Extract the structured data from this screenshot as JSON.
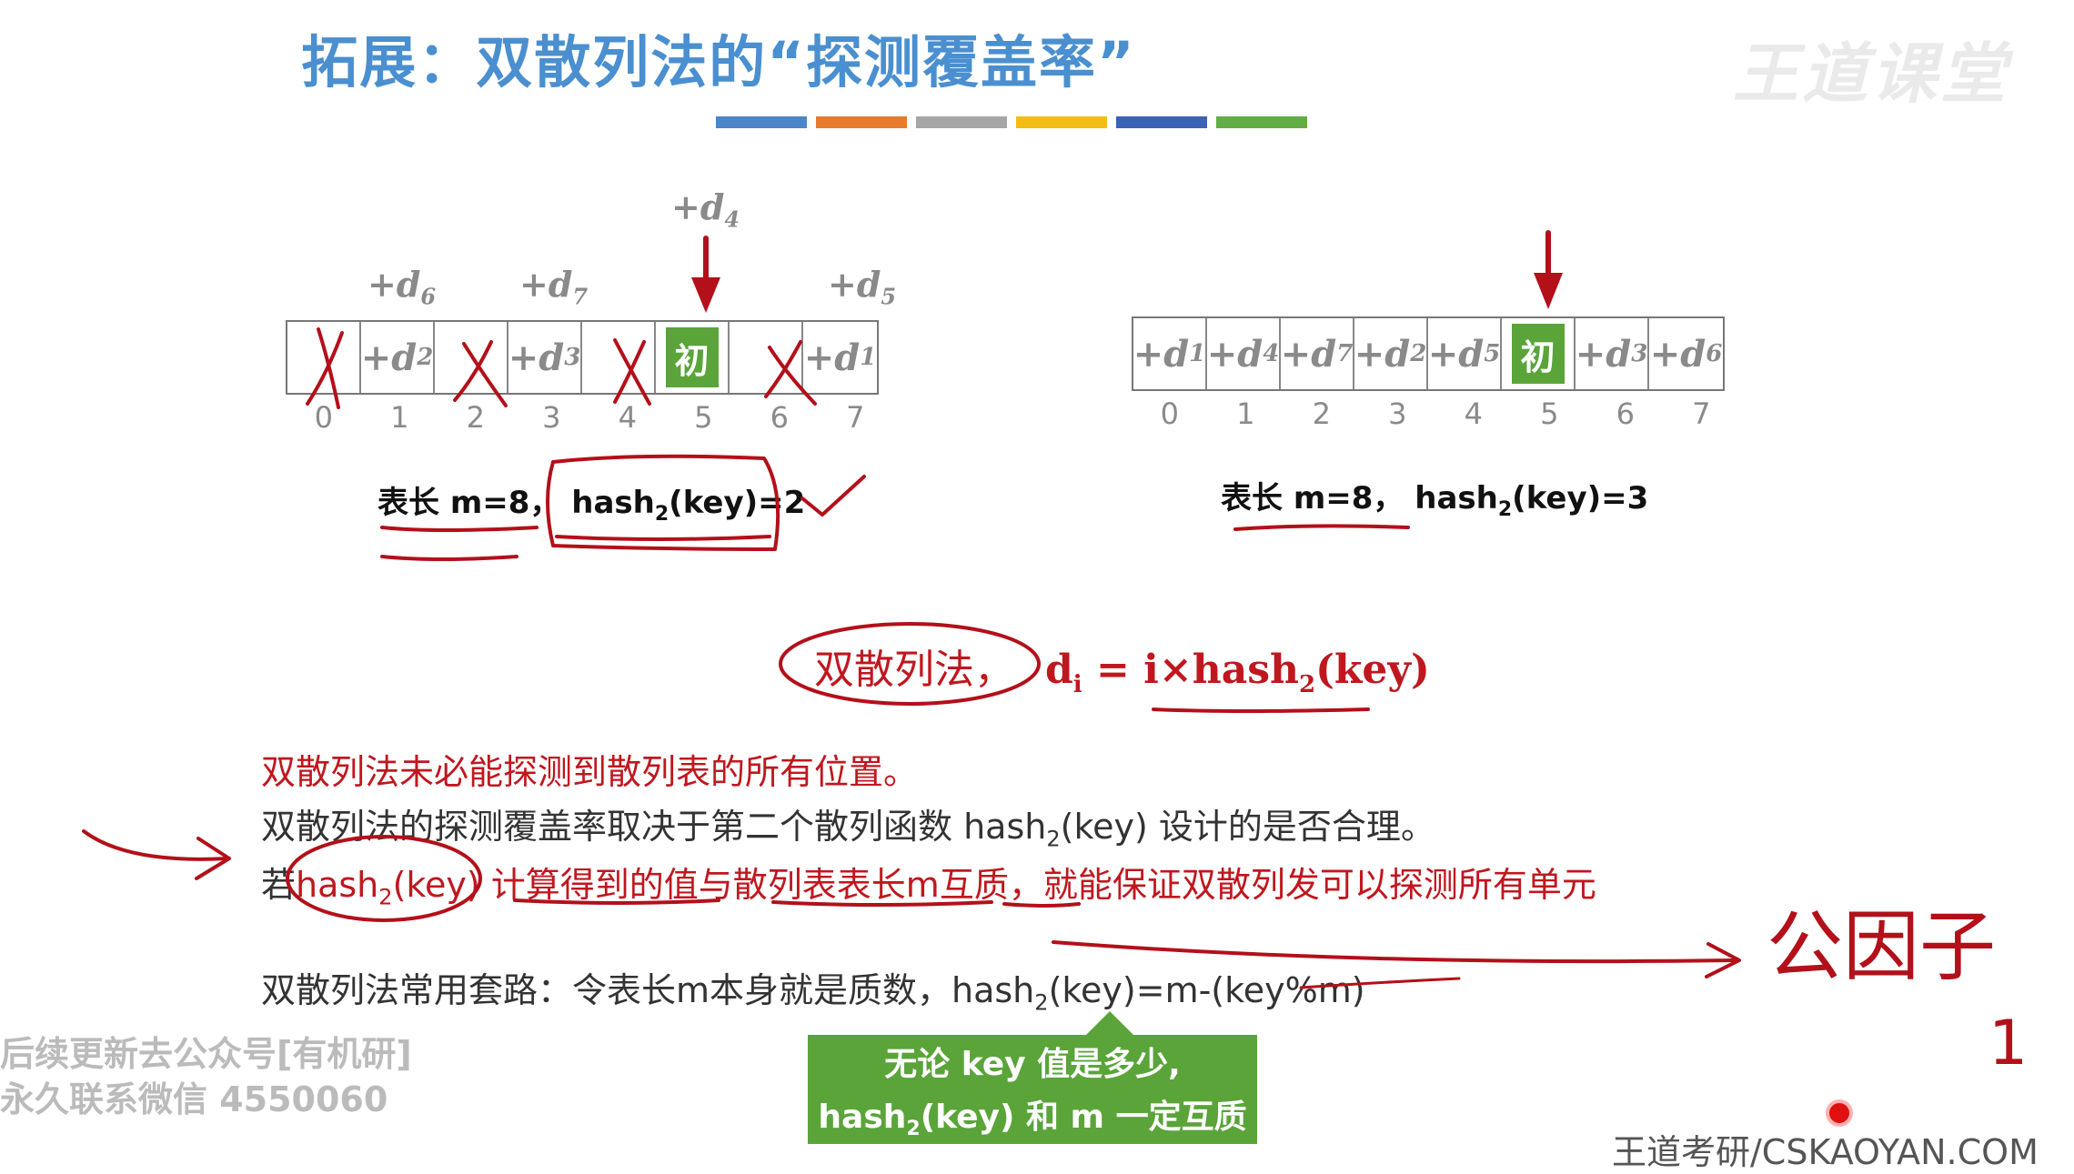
{
  "title": "拓展：双散列法的“探测覆盖率”",
  "watermark": "王道课堂",
  "colors": {
    "bar": [
      "#4a86c8",
      "#e87a2e",
      "#a6a6a6",
      "#f4bd12",
      "#3b63b5",
      "#62ad45"
    ],
    "accent": "#c0171f",
    "green": "#5aa43a"
  },
  "left_table": {
    "above_labels": [
      {
        "plus": "+d",
        "sub": "6"
      },
      {
        "plus": "+d",
        "sub": "7"
      },
      {
        "plus": "+d",
        "sub": "4"
      },
      {
        "plus": "+d",
        "sub": "5"
      }
    ],
    "cells": [
      {
        "plus": "",
        "sub": ""
      },
      {
        "plus": "+d",
        "sub": "2"
      },
      {
        "plus": "",
        "sub": ""
      },
      {
        "plus": "+d",
        "sub": "3"
      },
      {
        "plus": "",
        "sub": ""
      },
      {
        "init": "初"
      },
      {
        "plus": "",
        "sub": ""
      },
      {
        "plus": "+d",
        "sub": "1"
      }
    ],
    "indices": [
      "0",
      "1",
      "2",
      "3",
      "4",
      "5",
      "6",
      "7"
    ],
    "caption_a": "表长 m=8，",
    "caption_b1": "hash",
    "caption_b_sub": "2",
    "caption_b2": "(key)=2"
  },
  "right_table": {
    "cells": [
      {
        "plus": "+d",
        "sub": "1"
      },
      {
        "plus": "+d",
        "sub": "4"
      },
      {
        "plus": "+d",
        "sub": "7"
      },
      {
        "plus": "+d",
        "sub": "2"
      },
      {
        "plus": "+d",
        "sub": "5"
      },
      {
        "init": "初"
      },
      {
        "plus": "+d",
        "sub": "3"
      },
      {
        "plus": "+d",
        "sub": "6"
      }
    ],
    "indices": [
      "0",
      "1",
      "2",
      "3",
      "4",
      "5",
      "6",
      "7"
    ],
    "caption_a": "表长 m=8，",
    "caption_b1": "hash",
    "caption_b_sub": "2",
    "caption_b2": "(key)=3"
  },
  "formula": {
    "cn": "双散列法，",
    "d": "d",
    "d_sub": "i",
    "rest1": " = i×hash",
    "rest_sub": "2",
    "rest2": "(key)"
  },
  "lines": {
    "l1": "双散列法未必能探测到散列表的所有位置。",
    "l2a": "双散列法的探测覆盖率取决于第二个散列函数 hash",
    "l2sub": "2",
    "l2b": "(key) 设计的是否合理。",
    "l3a": "若",
    "l3b": "hash",
    "l3sub": "2",
    "l3c": "(key) 计算得到的值与散列表表长m互质，就能保证双散列发可以探测所有单元",
    "l4a": "双散列法常用套路：令表长m本身就是质数，hash",
    "l4sub": "2",
    "l4b": "(key)=m-(key%m)"
  },
  "note": {
    "line1": "无论 key 值是多少,",
    "l2a": "hash",
    "l2sub": "2",
    "l2b": "(key) 和 m 一定互质"
  },
  "promo": {
    "line1": "后续更新去公众号[有机研]",
    "line2": "永久联系微信 4550060"
  },
  "handwriting": {
    "word": "公因子",
    "mark": "1"
  },
  "footer": "王道考研/CSKAOYAN.COM"
}
